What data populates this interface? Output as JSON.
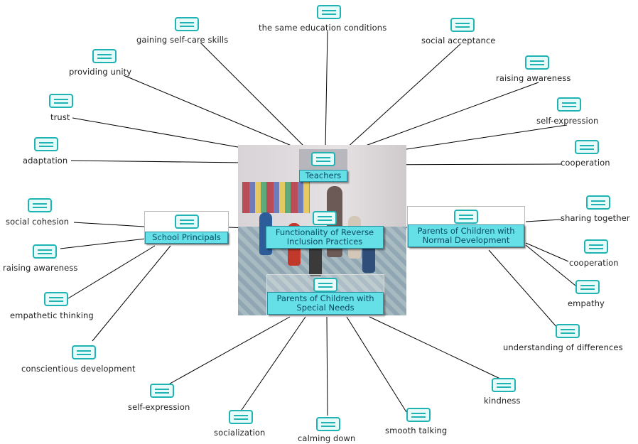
{
  "hubs": {
    "teachers": "Teachers",
    "principals": "School Principals",
    "center": "Functionality of Reverse Inclusion Practices",
    "parents_normal": "Parents of Children with Normal Development",
    "parents_special": "Parents of Children with Special Needs"
  },
  "teachers_items": [
    "gaining self-care skills",
    "the same education conditions",
    "social acceptance",
    "providing unity",
    "raising awareness",
    "trust",
    "self-expression",
    "adaptation",
    "cooperation"
  ],
  "principals_items": [
    "social cohesion",
    "raising awareness",
    "empathetic thinking",
    "conscientious development"
  ],
  "parents_normal_items": [
    "sharing together",
    "cooperation",
    "empathy",
    "understanding of differences"
  ],
  "parents_special_items": [
    "self-expression",
    "socialization",
    "calming down",
    "smooth talking",
    "kindness"
  ],
  "colors": {
    "icon": "#1fb3b3",
    "hub_fill": "#64e0e6",
    "line": "#000000"
  }
}
